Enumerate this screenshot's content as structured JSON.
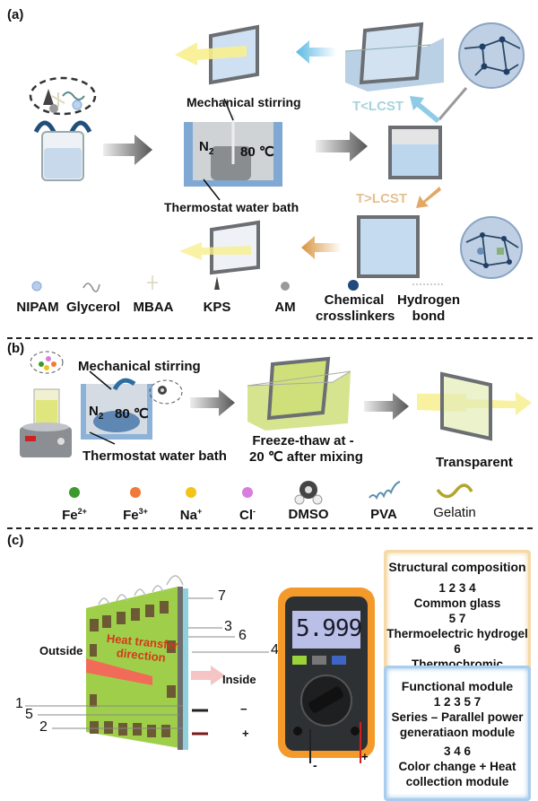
{
  "panels": {
    "a": {
      "label": "(a)",
      "stirring_label": "Mechanical stirring",
      "n2_label": "N",
      "n2_sub": "2",
      "temp_label": "80 ℃",
      "bath_label": "Thermostat water bath",
      "below_lcst": "T<LCST",
      "above_lcst": "T>LCST",
      "legend": [
        {
          "name": "NIPAM",
          "icon": "blue-circle-icon"
        },
        {
          "name": "Glycerol",
          "icon": "wave-icon"
        },
        {
          "name": "MBAA",
          "icon": "cross-icon"
        },
        {
          "name": "KPS",
          "icon": "triangle-icon"
        },
        {
          "name": "AM",
          "icon": "gray-circle-icon"
        },
        {
          "name": "Chemical crosslinkers",
          "line1": "Chemical",
          "line2": "crosslinkers",
          "icon": "dark-blue-dot-icon"
        },
        {
          "name": "Hydrogen bond",
          "line1": "Hydrogen",
          "line2": "bond",
          "icon": "dotted-line-icon"
        }
      ]
    },
    "b": {
      "label": "(b)",
      "stirring_label": "Mechanical stirring",
      "n2_label": "N",
      "n2_sub": "2",
      "temp_label": "80 ℃",
      "bath_label": "Thermostat water bath",
      "freeze_line1": "Freeze-thaw at -",
      "freeze_line2": "20 ℃ after mixing",
      "transparent_label": "Transparent",
      "legend": [
        {
          "name": "Fe",
          "sup": "2+",
          "color": "#3a9a2c"
        },
        {
          "name": "Fe",
          "sup": "3+",
          "color": "#ef7a3a"
        },
        {
          "name": "Na",
          "sup": "+",
          "color": "#f2c318"
        },
        {
          "name": "Cl",
          "sup": "-",
          "color": "#d77de0"
        },
        {
          "name": "DMSO",
          "sup": ""
        },
        {
          "name": "PVA",
          "sup": ""
        },
        {
          "name": "Gelatin",
          "sup": ""
        }
      ]
    },
    "c": {
      "label": "(c)",
      "outside_label": "Outside",
      "inside_label": "Inside",
      "heat_line1": "Heat transfer",
      "heat_line2": "direction",
      "layer_numbers": [
        "7",
        "3",
        "6",
        "4",
        "1",
        "5",
        "2"
      ],
      "minus_label": "−",
      "plus_label": "+",
      "meter_reading": "5.999",
      "meter_minus": "-",
      "meter_plus": "+",
      "structural": {
        "title": "Structural composition",
        "items": [
          {
            "nums": "1 2 3 4",
            "desc": "Common glass"
          },
          {
            "nums": "5 7",
            "desc": "Thermoelectric hydrogel"
          },
          {
            "nums": "6",
            "desc": "Thermochromic hydrogel"
          }
        ]
      },
      "functional": {
        "title": "Functional module",
        "items": [
          {
            "nums": "1 2 3 5 7",
            "desc1": "Series – Parallel power",
            "desc2": "generatiaon module"
          },
          {
            "nums": "3 4 6",
            "desc1": "Color change + Heat",
            "desc2": "collection module"
          }
        ]
      }
    }
  },
  "colors": {
    "glass_frame": "#6b6e72",
    "hydrogel_blue": "#bcd6ee",
    "cold_arrow": "#5bb9e3",
    "warm_arrow": "#e2a965",
    "light_beam": "#f7ef8f",
    "gel_green": "#d6e48f",
    "panel_green": "#9fcf4a",
    "struct_border": "#f5d9a6",
    "func_border": "#a9cdee",
    "meter_orange": "#f39a2b"
  }
}
